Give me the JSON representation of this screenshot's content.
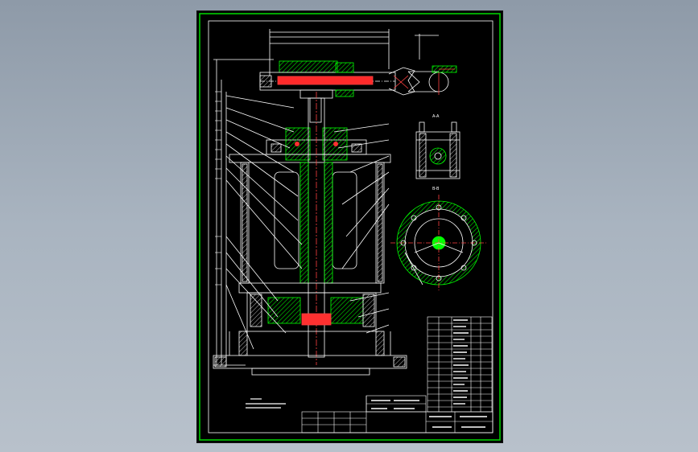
{
  "colors": {
    "background": "#000000",
    "line": "#ffffff",
    "accent": "#00ff00",
    "frame": "#00cc00",
    "hatch": "#00d000"
  },
  "drawing": {
    "section_labels": [
      "A-A",
      "B-B"
    ]
  },
  "icons": {
    "assembly": "mechanical-assembly-drawing",
    "section_view": "hatched-section-view",
    "flange_view": "circular-flange-view"
  }
}
